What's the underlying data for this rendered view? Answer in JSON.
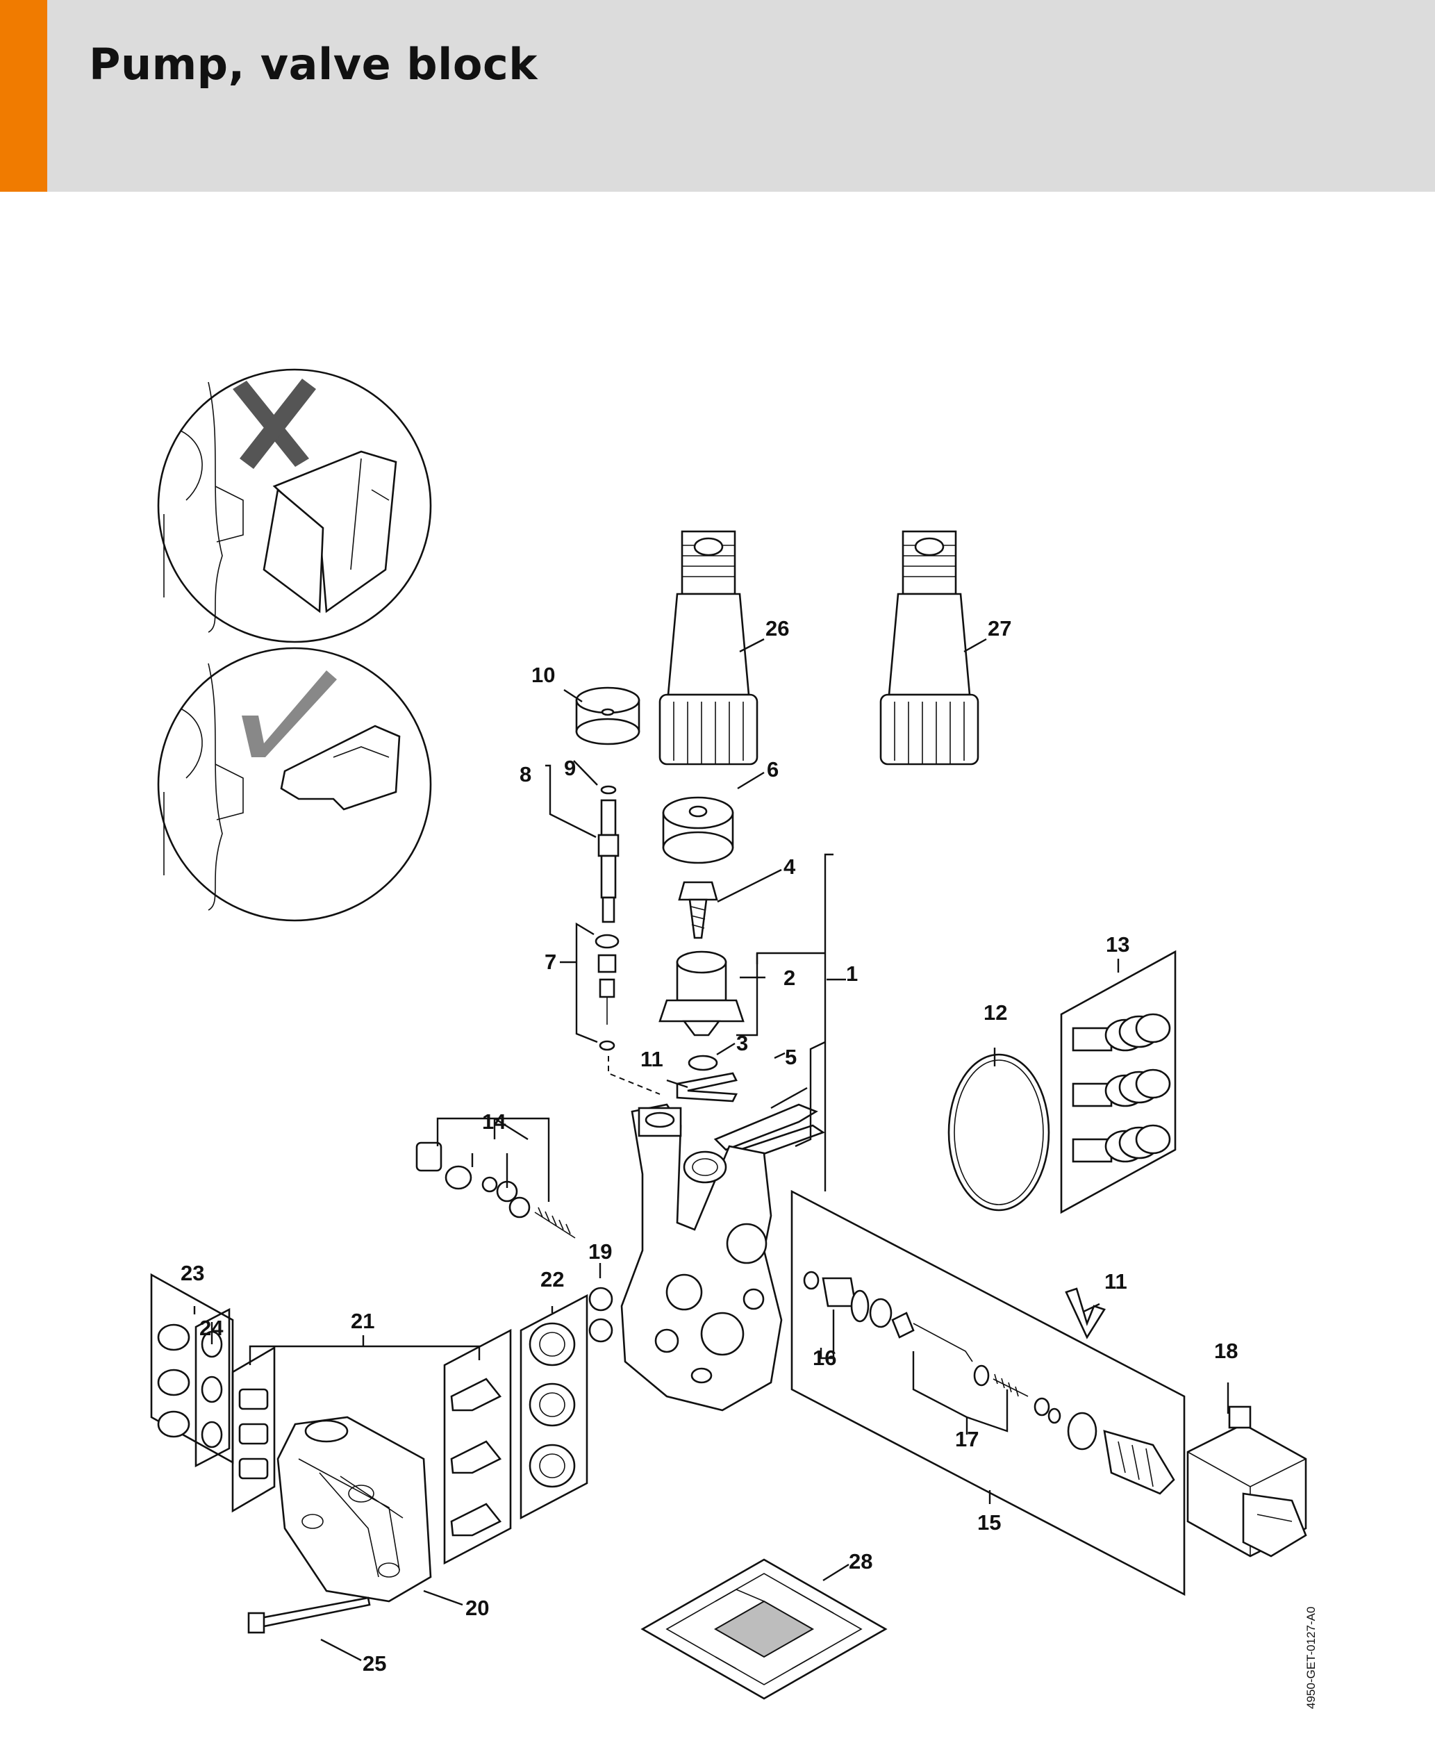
{
  "header": {
    "title": "Pump, valve block",
    "accent_color": "#f07b00",
    "band_color": "#dcdcdc"
  },
  "diagram": {
    "drawing_code": "4950-GET-0127-A0",
    "callouts": [
      "1",
      "2",
      "3",
      "4",
      "5",
      "6",
      "7",
      "8",
      "9",
      "10",
      "11",
      "11",
      "12",
      "13",
      "14",
      "15",
      "16",
      "17",
      "18",
      "19",
      "20",
      "21",
      "22",
      "23",
      "24",
      "25",
      "26",
      "27",
      "28"
    ],
    "insets": [
      {
        "name": "wrong-clip-orientation",
        "mark": "cross-icon"
      },
      {
        "name": "correct-clip-orientation",
        "mark": "check-icon"
      }
    ]
  }
}
